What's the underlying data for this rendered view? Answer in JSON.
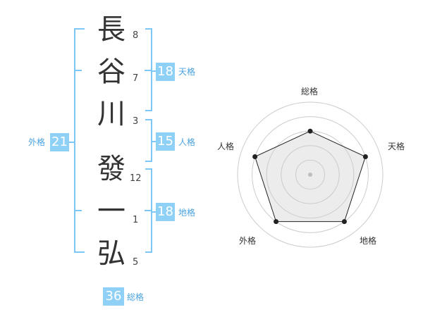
{
  "name": {
    "characters": [
      {
        "char": "長",
        "strokes": "8"
      },
      {
        "char": "谷",
        "strokes": "7"
      },
      {
        "char": "川",
        "strokes": "3"
      },
      {
        "char": "發",
        "strokes": "12"
      },
      {
        "char": "一",
        "strokes": "1"
      },
      {
        "char": "弘",
        "strokes": "5"
      }
    ]
  },
  "fortunes": {
    "tenkaku": {
      "value": "18",
      "label": "天格"
    },
    "jinkaku": {
      "value": "15",
      "label": "人格"
    },
    "chikaku": {
      "value": "18",
      "label": "地格"
    },
    "gaikaku": {
      "value": "21",
      "label": "外格"
    },
    "soukaku": {
      "value": "36",
      "label": "総格"
    }
  },
  "colors": {
    "bracket": "#7cc7f5",
    "box": "#8fd0f7",
    "label": "#4aa3df"
  },
  "radar": {
    "axes": [
      "総格",
      "天格",
      "地格",
      "外格",
      "人格"
    ],
    "levels": 5,
    "scores": [
      3,
      4,
      4,
      4,
      4
    ]
  }
}
